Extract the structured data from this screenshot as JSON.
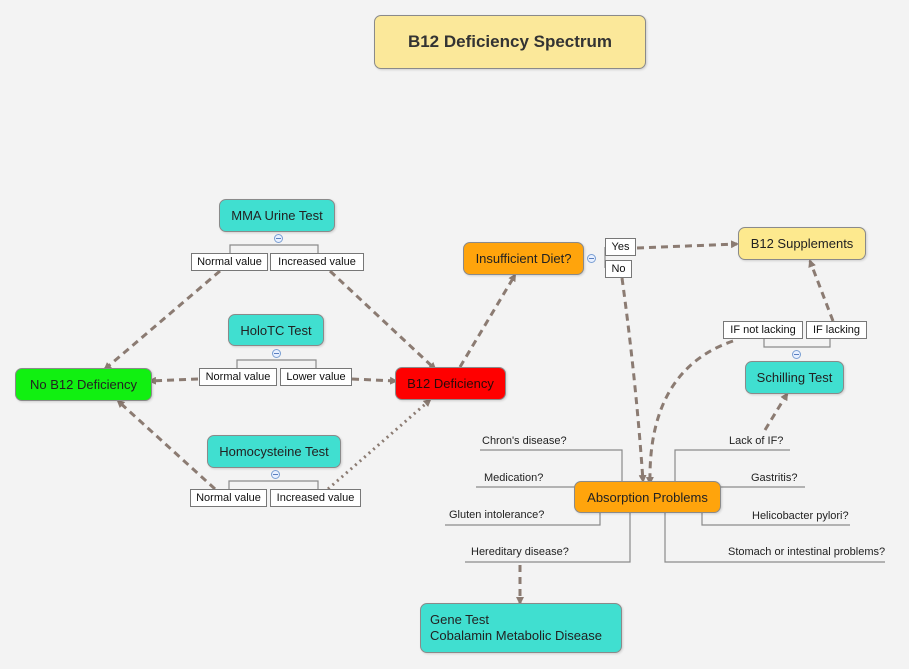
{
  "title": "B12 Deficiency Spectrum",
  "nodes": {
    "mma": "MMA Urine Test",
    "holotc": "HoloTC Test",
    "homocysteine": "Homocysteine Test",
    "no_deficiency": "No B12 Deficiency",
    "deficiency": "B12 Deficiency",
    "insufficient_diet": "Insufficient Diet?",
    "supplements": "B12 Supplements",
    "schilling": "Schilling Test",
    "absorption": "Absorption Problems",
    "gene_test_line1": "Gene Test",
    "gene_test_line2": "Cobalamin Metabolic Disease"
  },
  "tags": {
    "mma_normal": "Normal value",
    "mma_increased": "Increased value",
    "holotc_normal": "Normal value",
    "holotc_lower": "Lower value",
    "homo_normal": "Normal value",
    "homo_increased": "Increased value",
    "yes": "Yes",
    "no": "No",
    "if_not_lacking": "IF not lacking",
    "if_lacking": "IF lacking"
  },
  "absorption_causes": {
    "chron": "Chron's disease?",
    "medication": "Medication?",
    "gluten": "Gluten intolerance?",
    "hereditary": "Hereditary disease?",
    "lack_if": "Lack of IF?",
    "gastritis": "Gastritis?",
    "helicobacter": "Helicobacter pylori?",
    "stomach": "Stomach or intestinal problems?"
  },
  "colors": {
    "test": "#40dfd0",
    "question": "#ffa40c",
    "result_yellow": "#fde98e",
    "no_deficiency": "#11f011",
    "deficiency": "#ff0000",
    "link": "#8b7b72"
  }
}
